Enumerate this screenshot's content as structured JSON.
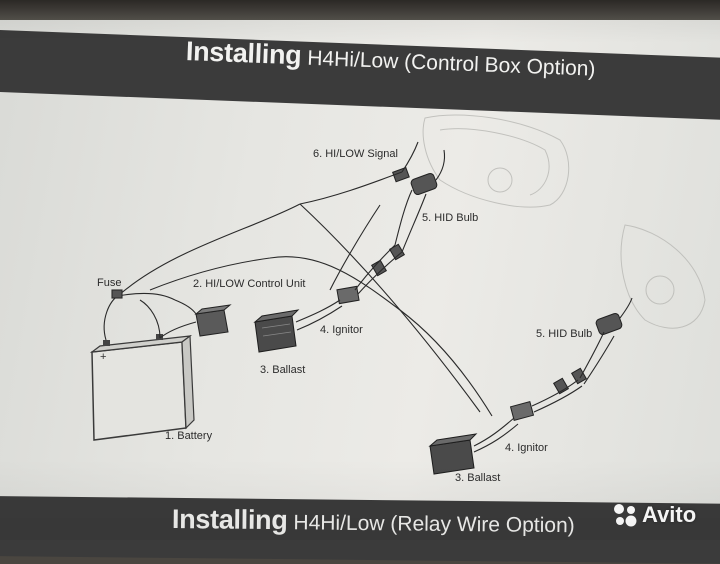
{
  "header": {
    "top_bold": "Installing",
    "top_rest": "H4Hi/Low (Control Box Option)",
    "bottom_bold": "Installing",
    "bottom_rest": "H4Hi/Low (Relay Wire Option)"
  },
  "labels": {
    "signal": "6. HI/LOW Signal",
    "hid_bulb_upper": "5. HID Bulb",
    "fuse": "Fuse",
    "control_unit": "2. HI/LOW Control Unit",
    "ignitor_upper": "4. Ignitor",
    "ballast_upper": "3. Ballast",
    "battery": "1. Battery",
    "hid_bulb_lower": "5. HID Bulb",
    "ignitor_lower": "4. Ignitor",
    "ballast_lower": "3. Ballast"
  },
  "watermark": {
    "text": "Avito"
  }
}
